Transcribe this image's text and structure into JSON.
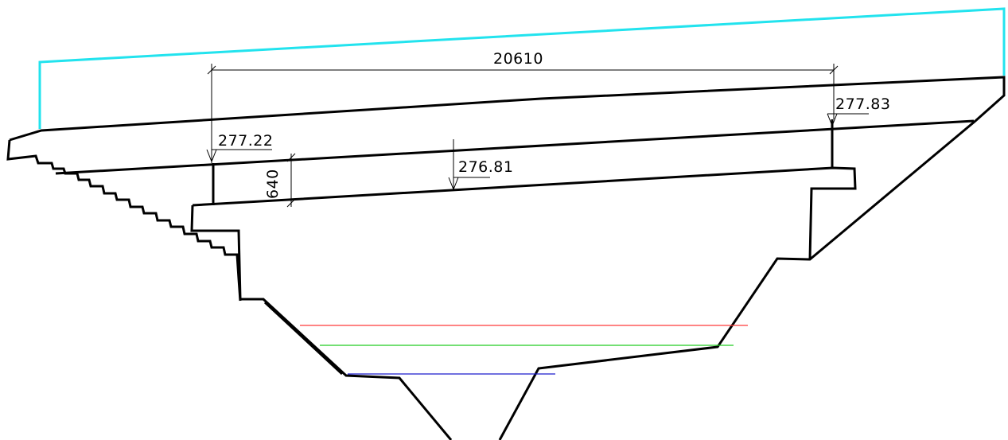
{
  "drawing": {
    "overall_dimension": "20610",
    "section_depth": "640",
    "levels": {
      "left_top": "277.22",
      "right_top": "277.83",
      "middle": "276.81"
    }
  },
  "colors": {
    "outline": "#000000",
    "cyan_boundary": "#22e3ee",
    "red_line": "#ff3b3b",
    "green_line": "#22cc22",
    "blue_line": "#1a1acc"
  }
}
